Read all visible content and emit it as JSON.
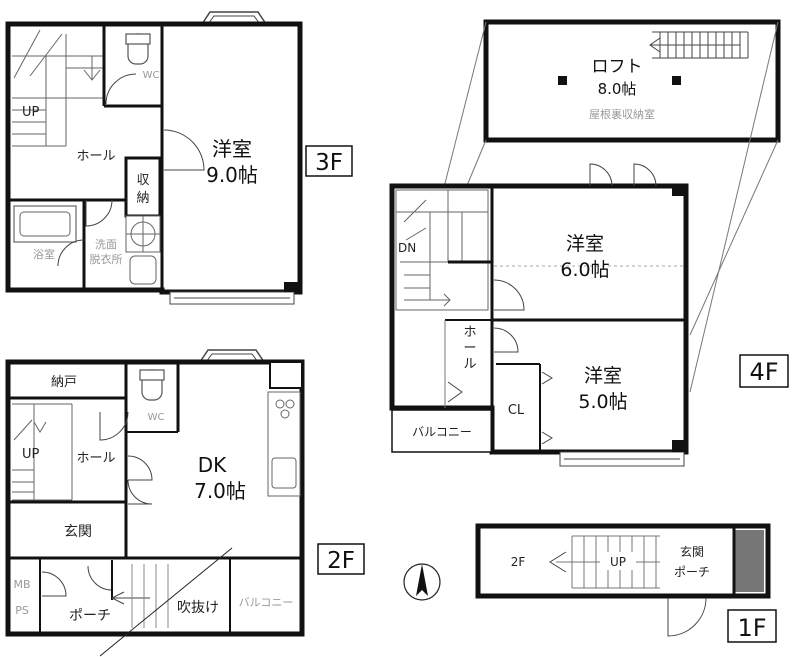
{
  "floors": {
    "f1": {
      "tag": "1F",
      "labels": {
        "to2f": "2F",
        "up": "UP",
        "entrance": "玄関",
        "porch": "ポーチ"
      }
    },
    "f2": {
      "tag": "2F",
      "rooms": {
        "closet": "納戸",
        "wc": "WC",
        "stairs_up": "UP",
        "hall": "ホール",
        "dk": "DK",
        "dk_size": "7.0帖",
        "entrance": "玄関",
        "mb": "MB",
        "ps": "PS",
        "porch": "ポーチ",
        "void": "吹抜け",
        "balcony": "バルコニー"
      }
    },
    "f3": {
      "tag": "3F",
      "rooms": {
        "wc": "WC",
        "stairs_up": "UP",
        "hall": "ホール",
        "storage_1": "収",
        "storage_2": "納",
        "western": "洋室",
        "western_size": "9.0帖",
        "bath": "浴室",
        "wash_1": "洗面",
        "wash_2": "脱衣所"
      }
    },
    "f4": {
      "tag": "4F",
      "rooms": {
        "stairs_dn": "DN",
        "western_a": "洋室",
        "western_a_size": "6.0帖",
        "hall_1": "ホ",
        "hall_2": "ー",
        "hall_3": "ル",
        "western_b": "洋室",
        "western_b_size": "5.0帖",
        "cl": "CL",
        "balcony": "バルコニー"
      }
    },
    "loft": {
      "name": "ロフト",
      "size": "8.0帖",
      "note": "屋根裏収納室"
    }
  }
}
